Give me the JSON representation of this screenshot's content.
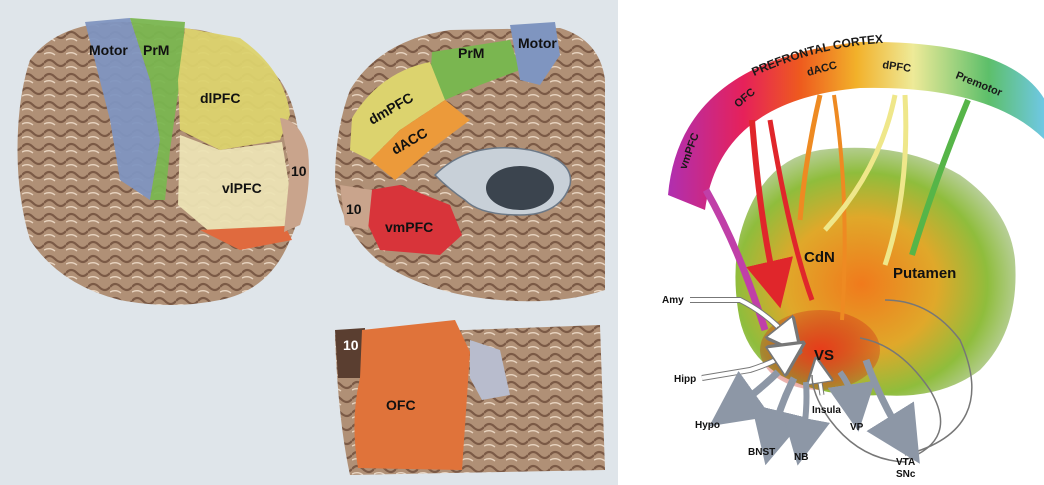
{
  "left_panel": {
    "lateral_view": {
      "labels": {
        "motor": "Motor",
        "prm": "PrM",
        "dlpfc": "dlPFC",
        "vlpfc": "vlPFC",
        "area10": "10"
      }
    },
    "medial_view": {
      "labels": {
        "prm": "PrM",
        "motor": "Motor",
        "dmpfc": "dmPFC",
        "dacc": "dACC",
        "vmpfc": "vmPFC",
        "area10": "10"
      }
    },
    "ventral_view": {
      "labels": {
        "ofc": "OFC",
        "area10": "10"
      }
    }
  },
  "right_panel": {
    "arc_title": "PREFRONTAL CORTEX",
    "arc_regions": {
      "vmpfc": "vmPFC",
      "ofc": "OFC",
      "dacc": "dACC",
      "dpfc": "dPFC",
      "premotor": "Premotor"
    },
    "structures": {
      "cdn": "CdN",
      "putamen": "Putamen",
      "vs": "VS"
    },
    "inputs": {
      "amy": "Amy",
      "hipp": "Hipp",
      "insula": "Insula"
    },
    "outputs": {
      "hypo": "Hypo",
      "bnst": "BNST",
      "nb": "NB",
      "vp": "VP",
      "vta": "VTA",
      "snc": "SNc"
    },
    "colors": {
      "vmpfc": "#c03fa8",
      "ofc": "#e0262b",
      "dacc": "#ee8a22",
      "dpfc": "#efe78a",
      "premotor": "#56b548",
      "motor": "#7f95c0"
    }
  }
}
